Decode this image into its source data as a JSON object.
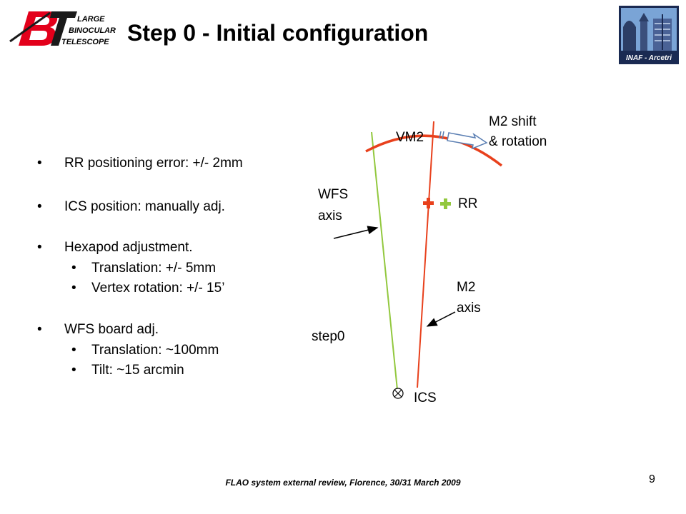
{
  "header": {
    "title": "Step 0 - Initial configuration",
    "lbt_logo": {
      "line1": "LARGE",
      "line2": "BINOCULAR",
      "line3": "TELESCOPE"
    },
    "inaf_logo": {
      "caption": "INAF - Arcetri"
    }
  },
  "bullets": [
    {
      "text": "RR positioning error: +/- 2mm",
      "level": 1
    },
    {
      "text": "ICS position: manually adj.",
      "level": 1
    },
    {
      "text": "Hexapod adjustment.",
      "level": 1
    },
    {
      "text": "Translation: +/- 5mm",
      "level": 2
    },
    {
      "text": "Vertex rotation: +/- 15’",
      "level": 2
    },
    {
      "text": "WFS board adj.",
      "level": 1
    },
    {
      "text": "Translation: ~100mm",
      "level": 2
    },
    {
      "text": "Tilt: ~15 arcmin",
      "level": 2
    }
  ],
  "bullet_char": "•",
  "diagram": {
    "vm2": "VM2",
    "m2_shift_line1": "M2 shift",
    "m2_shift_line2": "& rotation",
    "wfs_line1": "WFS",
    "wfs_line2": "axis",
    "rr": "RR",
    "m2_axis_line1": "M2",
    "m2_axis_line2": "axis",
    "step0": "step0",
    "ics": "ICS",
    "colors": {
      "m2": "#e8401c",
      "wfs": "#92c83e"
    }
  },
  "footer": {
    "text": "FLAO system external review, Florence, 30/31 March 2009",
    "page_number": "9"
  }
}
